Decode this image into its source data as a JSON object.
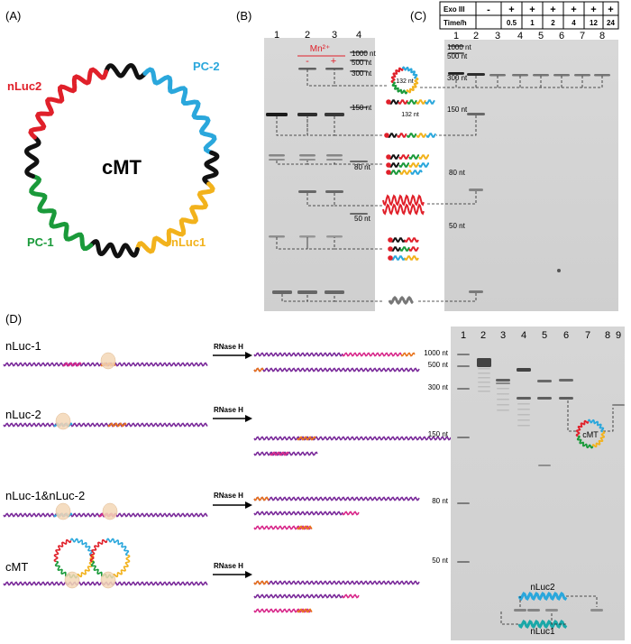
{
  "panels": {
    "a": "(A)",
    "b": "(B)",
    "c": "(C)",
    "d": "(D)"
  },
  "panel_a": {
    "center": "cMT",
    "labels": {
      "nluc2": "nLuc2",
      "pc2": "PC-2",
      "pc1": "PC-1",
      "nluc1": "nLuc1"
    }
  },
  "panel_b": {
    "lanes": [
      "1",
      "2",
      "3",
      "4"
    ],
    "mn_label": "Mn²⁺",
    "minus": "-",
    "plus": "+",
    "ladder": [
      "1000 nt",
      "500 nt",
      "300 nt",
      "150 nt",
      "80 nt",
      "50 nt"
    ],
    "circle_size": "132 nt",
    "linear_size": "132 nt"
  },
  "panel_c": {
    "table": {
      "row1_label": "Exo III",
      "row2_label": "Time/h",
      "exo": [
        "-",
        "+",
        "+",
        "+",
        "+",
        "+",
        "+"
      ],
      "time": [
        "",
        "0.5",
        "1",
        "2",
        "4",
        "12",
        "24"
      ]
    },
    "lanes": [
      "1",
      "2",
      "3",
      "4",
      "5",
      "6",
      "7",
      "8"
    ],
    "ladder": [
      "1000 nt",
      "500 nt",
      "300 nt",
      "150 nt",
      "80 nt",
      "50 nt"
    ]
  },
  "panel_d": {
    "rows": [
      {
        "name": "nLuc-1",
        "enzyme": "RNase H"
      },
      {
        "name": "nLuc-2",
        "enzyme": "RNase H"
      },
      {
        "name": "nLuc-1&nLuc-2",
        "enzyme": "RNase H"
      },
      {
        "name": "cMT",
        "enzyme": "RNase H"
      }
    ],
    "gel": {
      "lanes": [
        "1",
        "2",
        "3",
        "4",
        "5",
        "6",
        "7",
        "8",
        "9"
      ],
      "ladder": [
        "1000 nt",
        "500 nt",
        "300 nt",
        "150 nt",
        "80 nt",
        "50 nt"
      ],
      "cmt_label": "cMT",
      "nluc2_label": "nLuc2",
      "nluc1_label": "nLuc1"
    }
  },
  "colors": {
    "red": "#e0202a",
    "blue": "#2aa7dc",
    "green": "#1a9a3a",
    "yellow": "#f2b21c",
    "black": "#111111",
    "purple": "#7a2a9a",
    "orange": "#e8731c",
    "magenta": "#d8288a",
    "teal": "#1aa8a8"
  }
}
